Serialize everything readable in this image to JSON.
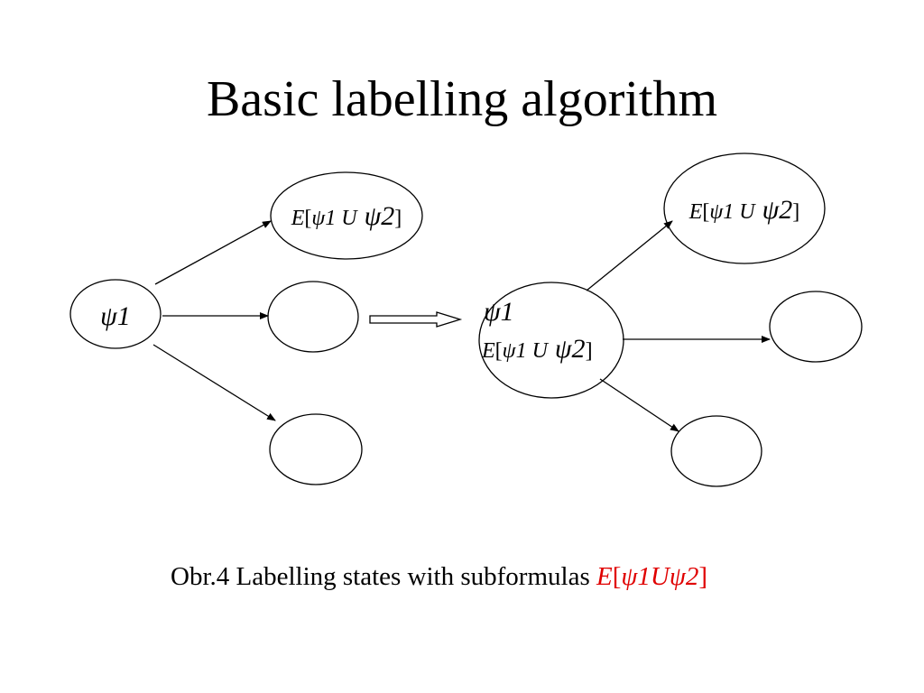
{
  "title": "Basic labelling algorithm",
  "diagram": {
    "psi1": "ψ1",
    "E": "E",
    "open_bracket": "[",
    "U": "U",
    "psi2": "ψ2",
    "close_bracket": "]"
  },
  "caption": {
    "text": "Obr.4 Labelling states with subformulas ",
    "formula_E": "E",
    "formula_open": "[",
    "formula_psi1": "ψ1",
    "formula_U": "U",
    "formula_psi2": "ψ2",
    "formula_close": "]",
    "formula_color": "#e00000"
  }
}
